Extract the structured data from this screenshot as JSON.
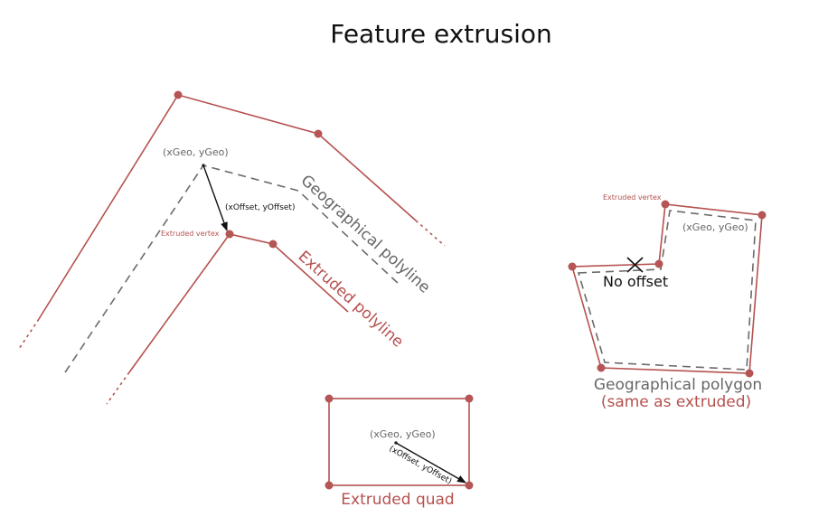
{
  "title": "Feature extrusion",
  "polyline": {
    "geo_label": "(xGeo, yGeo)",
    "offset_label": "(xOffset, yOffset)",
    "extruded_vertex_label": "Extruded vertex",
    "geographical_label": "Geographical polyline",
    "extruded_label": "Extruded polyline"
  },
  "polygon": {
    "extruded_vertex_label": "Extruded vertex",
    "geo_label": "(xGeo, yGeo)",
    "no_offset_label": "No offset",
    "geographical_label": "Geographical polygon",
    "same_label": "(same as extruded)"
  },
  "quad": {
    "geo_label": "(xGeo, yGeo)",
    "offset_label": "(xOffset, yOffset)",
    "extruded_label": "Extruded quad"
  },
  "colors": {
    "extruded": "#b5514f",
    "geographical": "#6b6b6b",
    "offset_arrow": "#111111"
  }
}
